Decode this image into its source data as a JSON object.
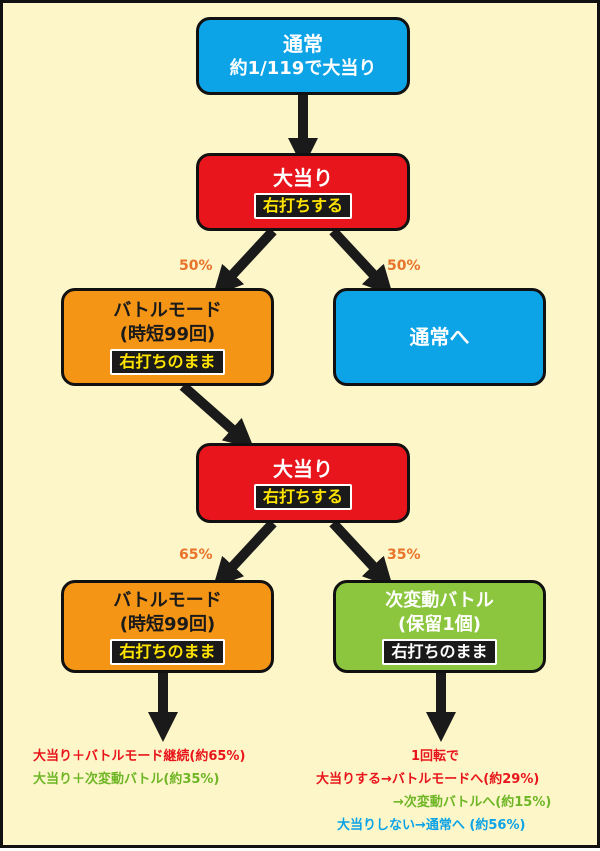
{
  "colors": {
    "background": "#fdf6c8",
    "blue": "#0ca3e7",
    "red": "#e8161c",
    "orange": "#f49516",
    "green": "#8cc63e",
    "percent": "#e8732a",
    "pill_text": "#ffe400"
  },
  "start": {
    "title": "通常",
    "subtitle": "約1/119で大当り"
  },
  "hit1": {
    "title": "大当り",
    "action": "右打ちする"
  },
  "split1": {
    "left_pct": "50%",
    "right_pct": "50%"
  },
  "battle1": {
    "title": "バトルモード",
    "subtitle": "(時短99回)",
    "action": "右打ちのまま"
  },
  "back_normal": {
    "title": "通常へ"
  },
  "hit2": {
    "title": "大当り",
    "action": "右打ちする"
  },
  "split2": {
    "left_pct": "65%",
    "right_pct": "35%"
  },
  "battle2": {
    "title": "バトルモード",
    "subtitle": "(時短99回)",
    "action": "右打ちのまま"
  },
  "next_battle": {
    "title": "次変動バトル",
    "subtitle": "(保留1個)",
    "action": "右打ちのまま"
  },
  "outcome_left": [
    "大当り＋バトルモード継続(約65%)",
    "大当り＋次変動バトル(約35%)"
  ],
  "outcome_right": [
    "1回転で",
    "大当りする→バトルモードへ(約29%)",
    "→次変動バトルへ(約15%)",
    "大当りしない→通常へ (約56%)"
  ]
}
